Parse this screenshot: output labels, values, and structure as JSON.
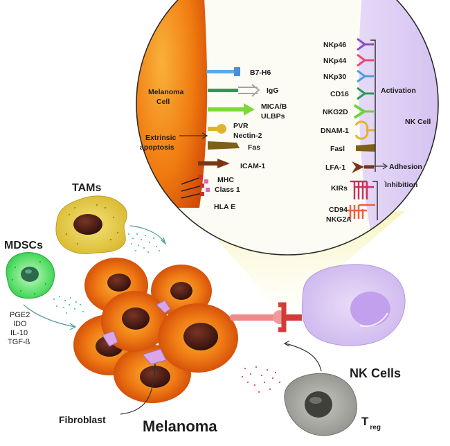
{
  "zoom": {
    "melanoma_cell": [
      "Melanoma",
      "Cell"
    ],
    "extrinsic": [
      "Extrinsic",
      "apoptosis"
    ],
    "nk_cell": "NK Cell",
    "activation": "Activation",
    "adhesion": "Adhesion",
    "inhibition": "Inhibition",
    "ligands": {
      "b7h6": "B7-H6",
      "igg": "IgG",
      "mica": [
        "MICA/B",
        "ULBPs"
      ],
      "pvr": [
        "PVR",
        "Nectin-2"
      ],
      "fas": "Fas",
      "icam": "ICAM-1",
      "mhc": [
        "MHC",
        "Class 1"
      ],
      "hlae": "HLA E"
    },
    "receptors": {
      "nkp46": "NKp46",
      "nkp44": "NKp44",
      "nkp30": "NKp30",
      "cd16": "CD16",
      "nkg2d": "NKG2D",
      "dnam": "DNAM-1",
      "fasl": "Fasl",
      "lfa": "LFA-1",
      "kirs": "KIRs",
      "cd94": [
        "CD94",
        "NKG2A"
      ]
    }
  },
  "labels": {
    "tams": "TAMs",
    "mdscs": "MDSCs",
    "factors": [
      "PGE2",
      "IDO",
      "IL-10",
      "TGF-ß"
    ],
    "fibroblast": "Fibroblast",
    "melanoma": "Melanoma",
    "nk_cells": "NK Cells",
    "treg_main": "T",
    "treg_sub": "reg"
  },
  "colors": {
    "melanoma_orange": "#f07b10",
    "melanoma_dark": "#d24a08",
    "nucleus": "#3a1410",
    "nk_lilac": "#dccbf3",
    "tam_yellow": "#e8cf3c",
    "mdsc_green": "#4fdc64",
    "treg_gray": "#9a9a96",
    "link_red": "#e03a30"
  }
}
